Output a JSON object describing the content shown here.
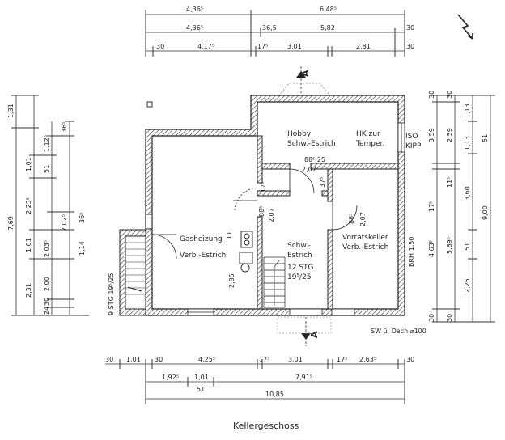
{
  "title": "Kellergeschoss",
  "top_dims": {
    "row1": [
      "4,36⁵",
      "6,48⁵"
    ],
    "row2": [
      "4,36⁵",
      "36,5",
      "5,82",
      "30"
    ],
    "row3": [
      "30",
      "4,17⁵",
      "17⁵",
      "3,01",
      "2,81",
      "30"
    ]
  },
  "bottom_dims": {
    "row1": [
      "30",
      "1,01",
      "30",
      "4,25⁵",
      "17⁵",
      "3,01",
      "17⁵",
      "2,63⁵",
      "30"
    ],
    "row2": [
      "1,92⁵",
      "1,01",
      "7,91⁵"
    ],
    "row3": [
      "51"
    ],
    "row4": [
      "10,85"
    ]
  },
  "left_dims": {
    "outer": [
      "1,31",
      "7,69"
    ],
    "col2": [
      "1,01",
      "2,23⁵",
      "1,01",
      "2,31"
    ],
    "col3": [
      "1,12⁵",
      "51",
      "2,03⁵",
      "2,00",
      "30",
      "24"
    ],
    "col4": [
      "36⁵",
      "7,02⁵",
      "1,14",
      "36⁵"
    ]
  },
  "right_dims": {
    "col1": [
      "30",
      "3,59",
      "17⁵",
      "4,63⁵",
      "30"
    ],
    "col2": [
      "30",
      "2,59",
      "1,13",
      "11⁵",
      "5,69⁵",
      "30"
    ],
    "col3": [
      "1,13",
      "51",
      "3,60",
      "51",
      "2,25"
    ],
    "col4": [
      "9,00"
    ]
  },
  "rooms": {
    "hobby": [
      "Hobby",
      "Schw.-Estrich"
    ],
    "hk": [
      "HK zur",
      "Temper."
    ],
    "iso": [
      "ISO",
      "KIPP"
    ],
    "gas": [
      "Gasheizung",
      "Verb.-Estrich"
    ],
    "corridor": [
      "Schw.-",
      "Estrich"
    ],
    "stair": [
      "12 STG",
      "19⁵/25"
    ],
    "vorrat": [
      "Vorratskeller",
      "Verb.-Estrich"
    ],
    "brh": "BRH 1,50",
    "stg9": "9 STG 19⁵/25",
    "sw": "SW ü. Dach ⌀100"
  },
  "openings": {
    "d1": "88⁵ 25",
    "d1h": "2,07",
    "d2": "88⁵",
    "d2h": "2,07",
    "d3": "88⁵",
    "d3h": "2,07",
    "w1": "37⁵",
    "w2": "17⁵",
    "h285": "2,85",
    "h11": "11"
  },
  "section_marks": [
    "A",
    "A"
  ]
}
